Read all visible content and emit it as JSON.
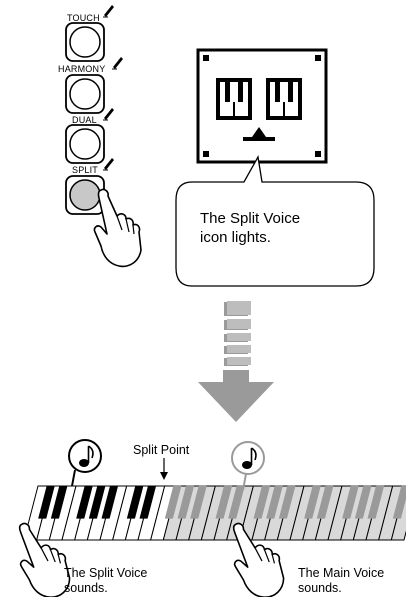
{
  "buttons": [
    {
      "label": "TOUCH",
      "lit": false
    },
    {
      "label": "HARMONY",
      "lit": false
    },
    {
      "label": "DUAL",
      "lit": false
    },
    {
      "label": "SPLIT",
      "lit": true
    }
  ],
  "callout": {
    "line1": "The Split Voice",
    "line2": "icon lights."
  },
  "split_point_label": "Split Point",
  "left_caption": {
    "line1": "The Split Voice",
    "line2": "sounds."
  },
  "right_caption": {
    "line1": "The Main Voice",
    "line2": "sounds."
  },
  "icons": {
    "pen": "pen-icon",
    "hand": "pointing-hand-icon",
    "note": "eighth-note-icon",
    "keyboard": "keyboard-icon",
    "arrow": "down-arrow-icon"
  },
  "colors": {
    "split_button_fill": "#c8c8c8",
    "main_keys_fill": "#d9d9d9",
    "arrow_fill": "#9a9a9a",
    "lcd_fill": "#000000"
  }
}
